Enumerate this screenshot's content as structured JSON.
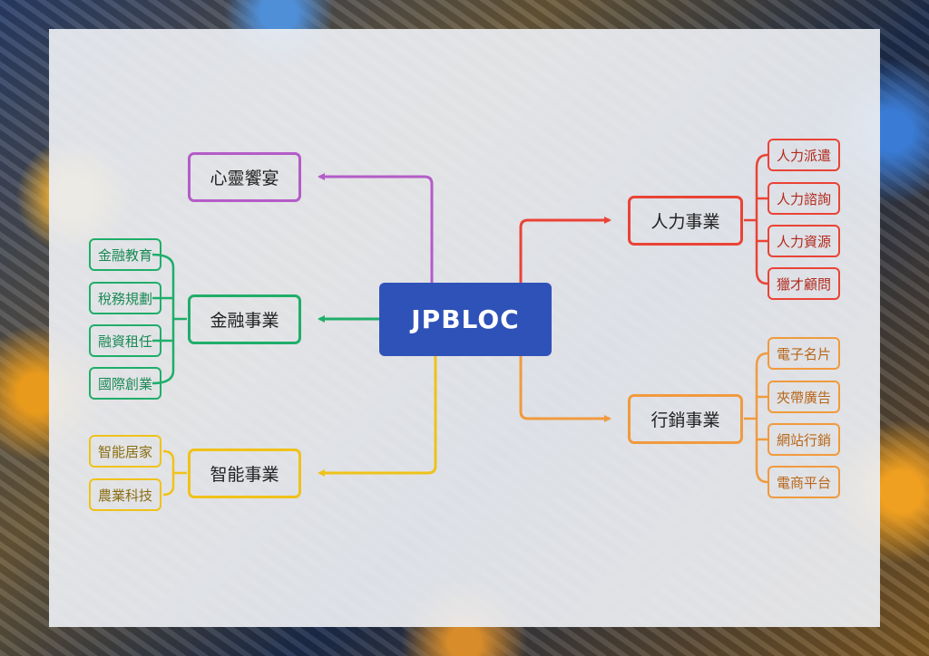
{
  "center": {
    "label": "JPBLOC",
    "color": "#2f52b8"
  },
  "branches": {
    "heart": {
      "label": "心靈饗宴",
      "color": "#b45cc8"
    },
    "finance": {
      "label": "金融事業",
      "color": "#1fae6a",
      "items": [
        "金融教育",
        "稅務規劃",
        "融資租任",
        "國際創業"
      ]
    },
    "smart": {
      "label": "智能事業",
      "color": "#efc21a",
      "items": [
        "智能居家",
        "農業科技"
      ]
    },
    "hr": {
      "label": "人力事業",
      "color": "#ea4335",
      "items": [
        "人力派遣",
        "人力諮詢",
        "人力資源",
        "獵才顧問"
      ]
    },
    "marketing": {
      "label": "行銷事業",
      "color": "#f19a3e",
      "items": [
        "電子名片",
        "夾帶廣告",
        "網站行銷",
        "電商平台"
      ]
    }
  }
}
